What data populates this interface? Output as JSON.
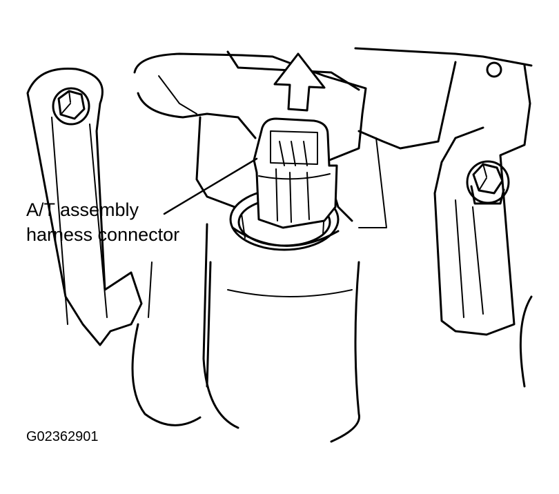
{
  "callout": {
    "line1": "A/T assembly",
    "line2": "harness connector"
  },
  "figure_code": "G02362901"
}
